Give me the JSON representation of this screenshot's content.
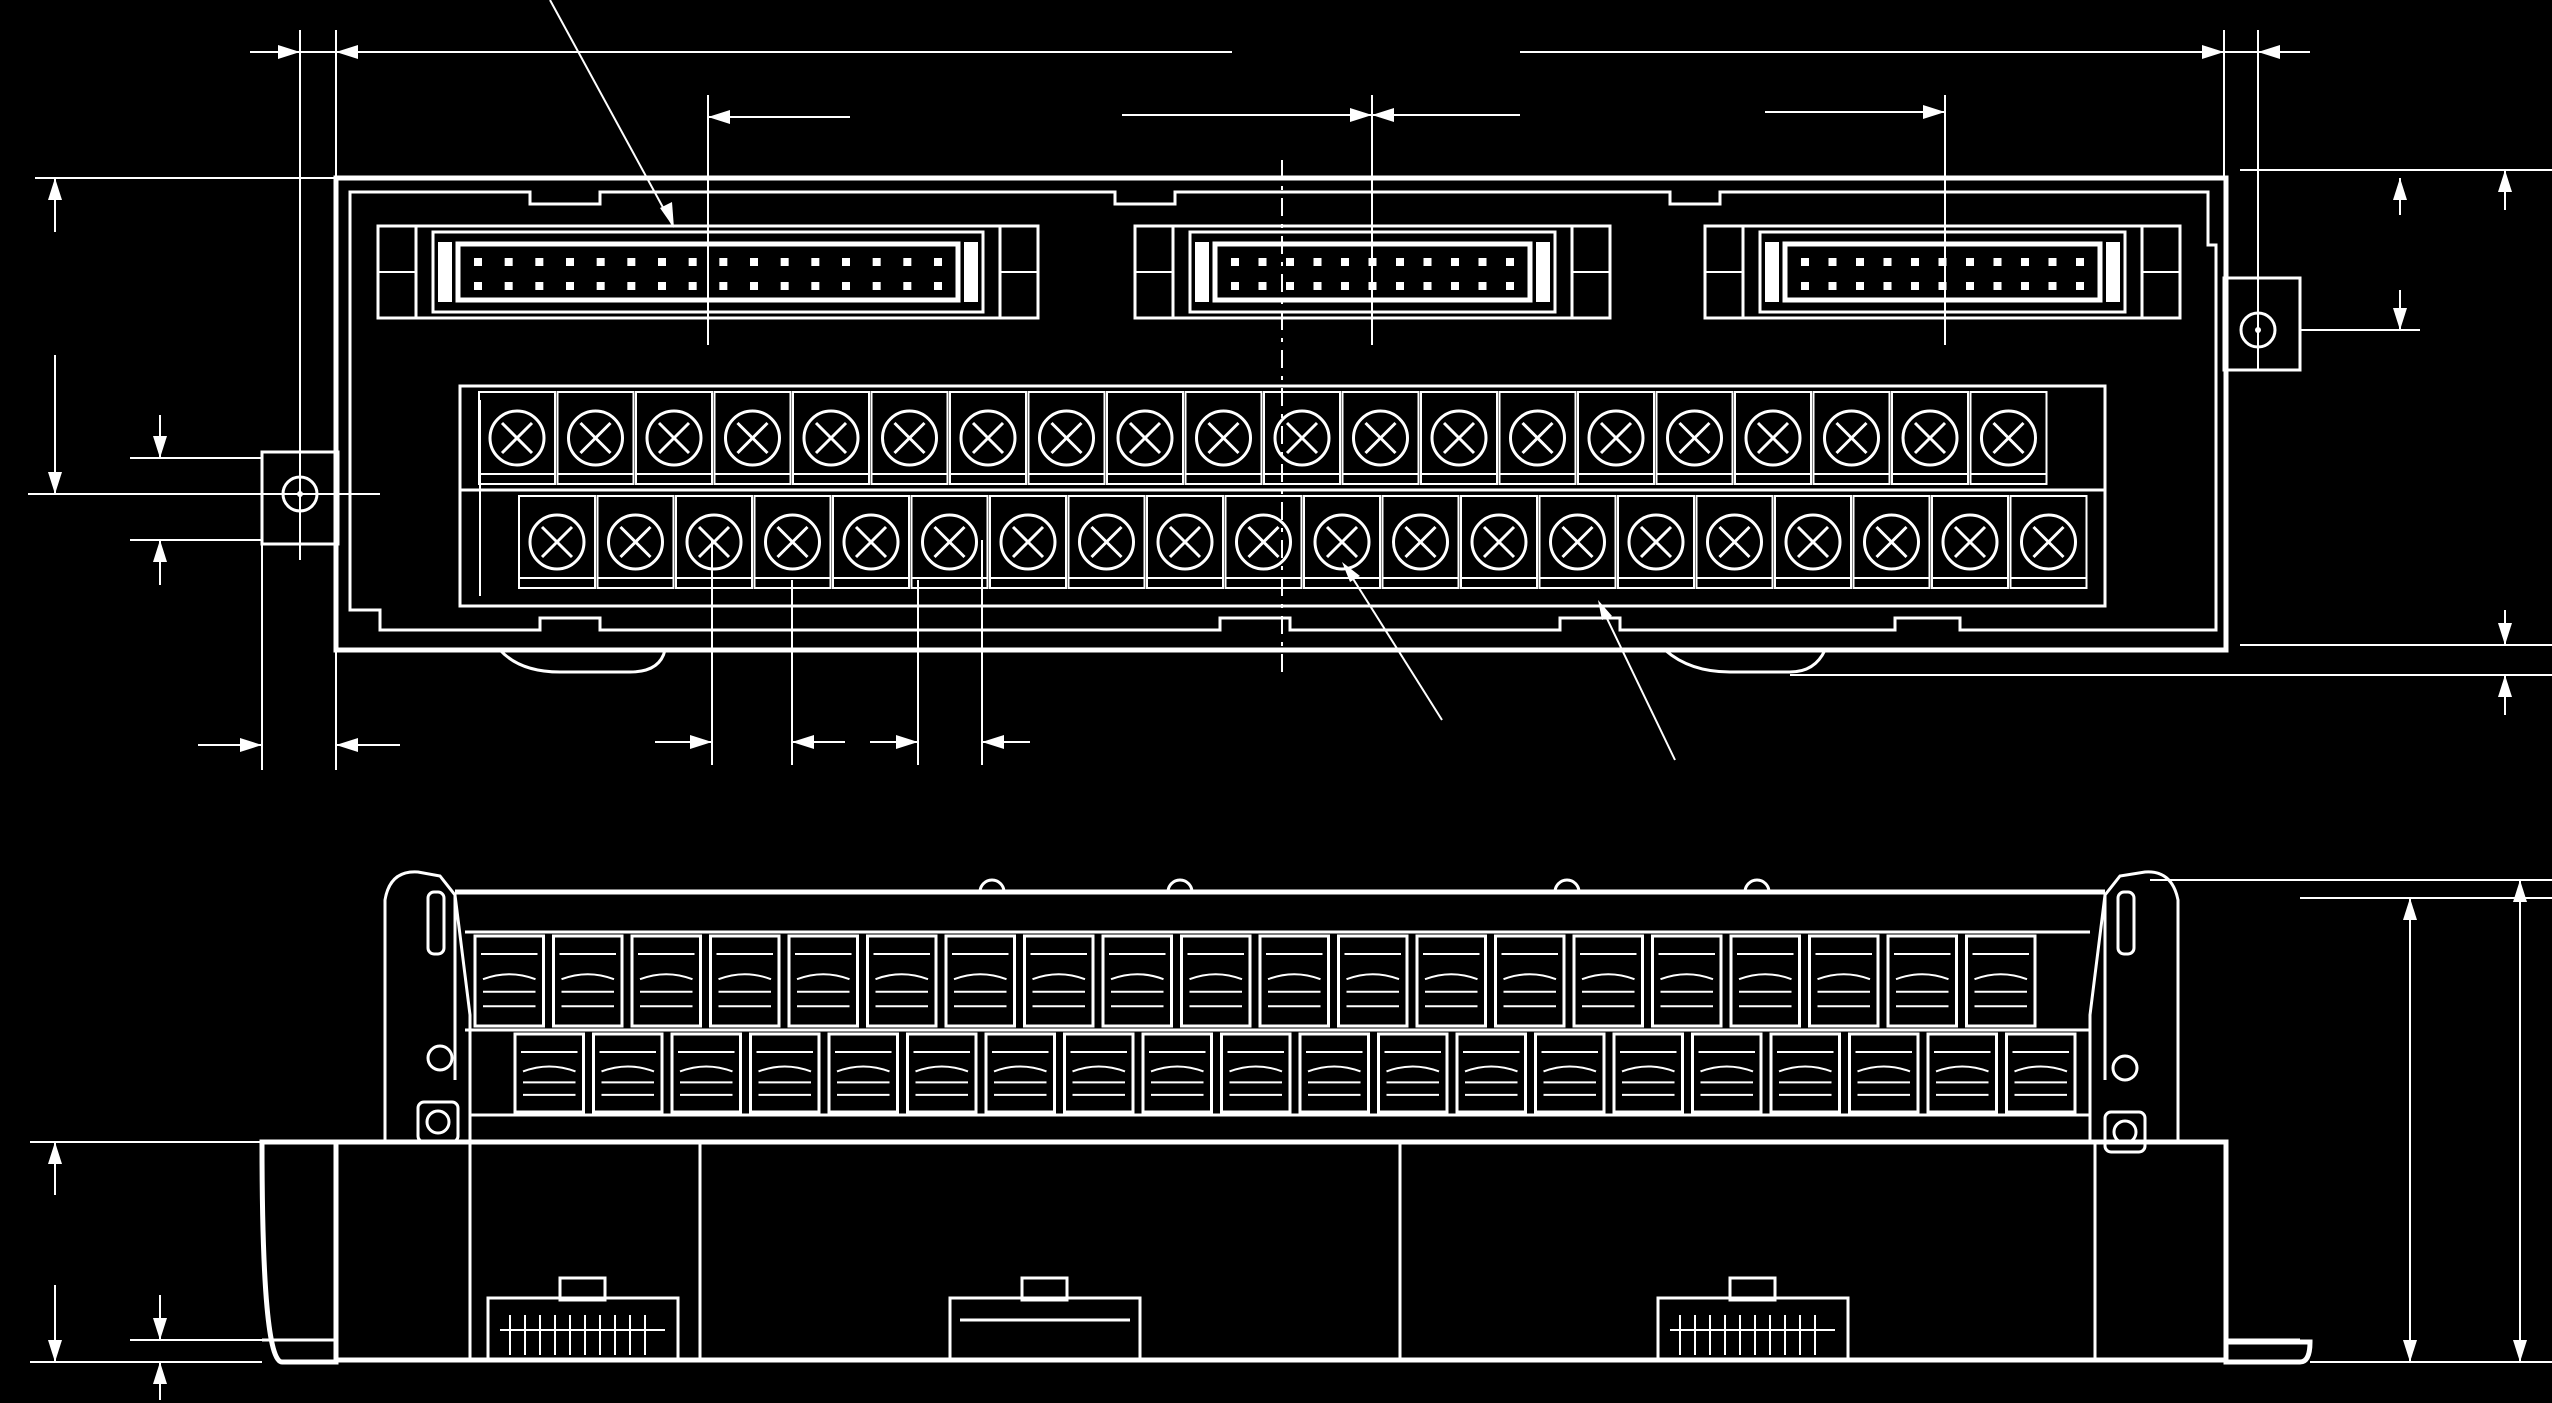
{
  "drawing": {
    "views": [
      "top-view",
      "front-view"
    ],
    "connectors": {
      "count": 3
    },
    "terminal_block": {
      "upper_row_screws": 20,
      "lower_row_screws": 20
    },
    "colors": {
      "background": "#000000",
      "line": "#ffffff"
    }
  }
}
